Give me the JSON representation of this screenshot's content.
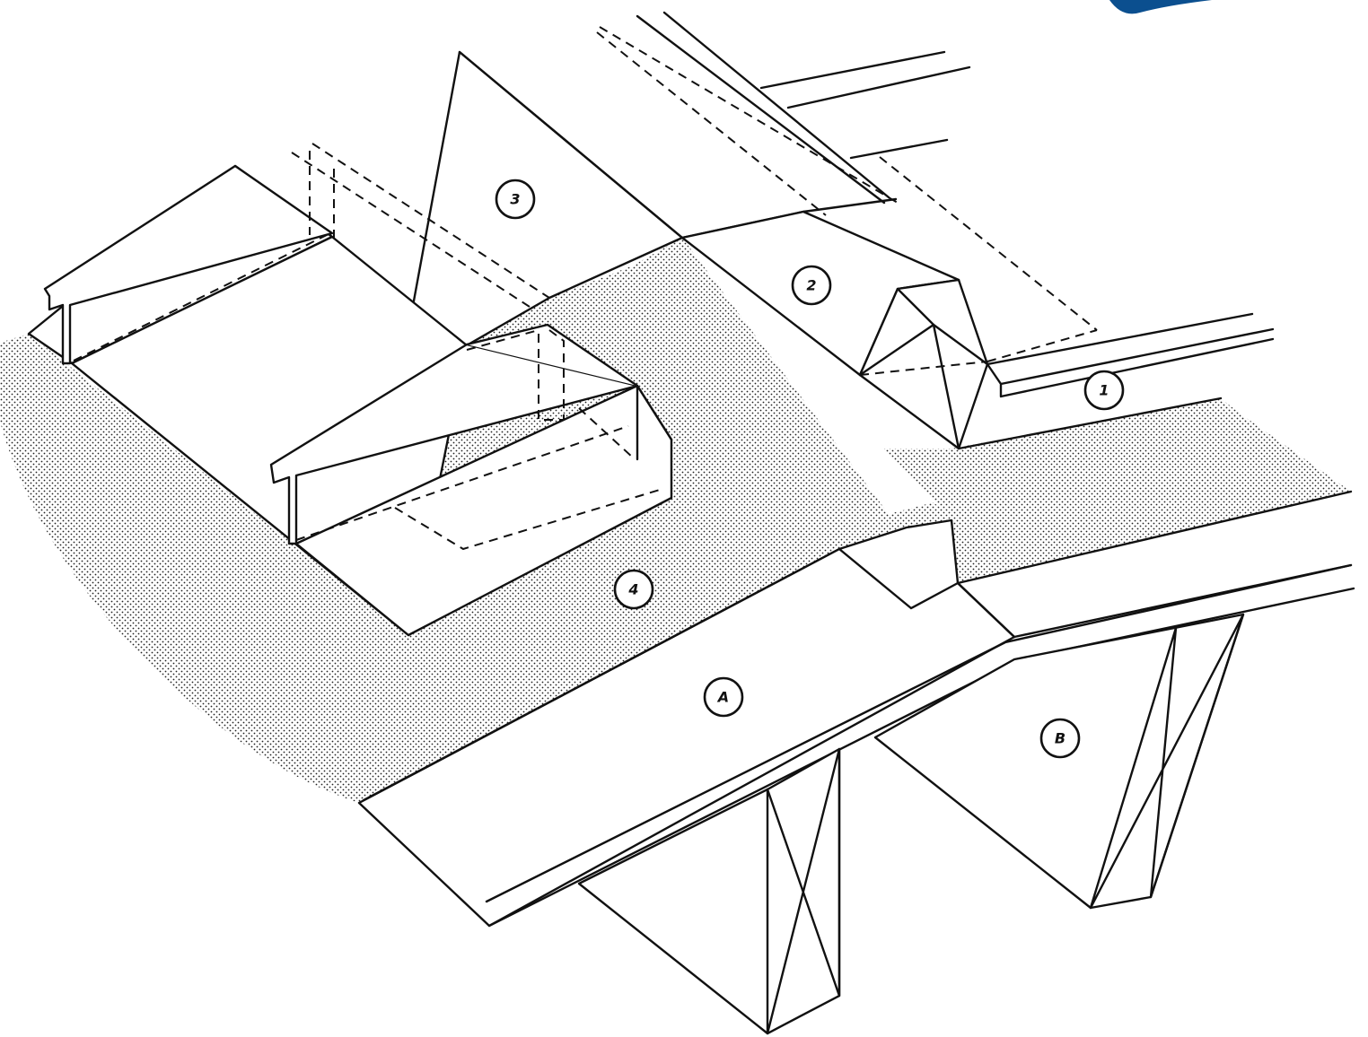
{
  "diagram": {
    "callouts": [
      {
        "key": "1",
        "label": "1"
      },
      {
        "key": "2",
        "label": "2"
      },
      {
        "key": "3",
        "label": "3"
      },
      {
        "key": "4",
        "label": "4"
      },
      {
        "key": "A",
        "label": "A"
      },
      {
        "key": "B",
        "label": "B"
      }
    ]
  },
  "colors": {
    "line": "#111111",
    "background": "#ffffff",
    "corner_mark": "#0b4f8f"
  }
}
